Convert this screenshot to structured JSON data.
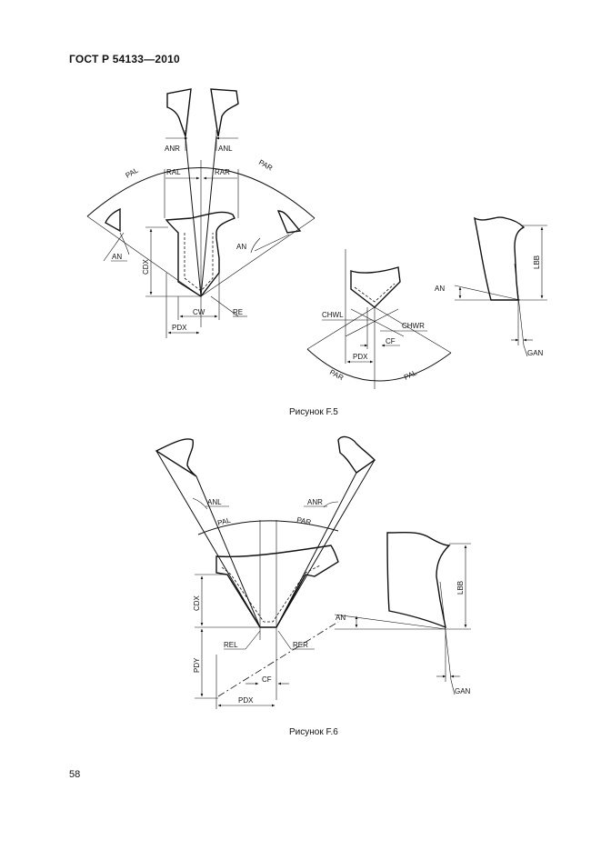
{
  "header": {
    "title": "ГОСТ Р 54133—2010"
  },
  "figure_f5": {
    "caption": "Рисунок F.5",
    "labels": {
      "anr": "ANR",
      "anl": "ANL",
      "pal": "PAL",
      "ral": "RAL",
      "rar": "RAR",
      "par": "PAR",
      "an_left": "AN",
      "an_right": "AN",
      "cdx": "CDX",
      "cw": "CW",
      "re": "RE",
      "pdx": "PDX",
      "lbb": "LBB",
      "an_side": "AN",
      "gan": "GAN",
      "chwl": "CHWL",
      "chwr": "CHWR",
      "cf": "CF",
      "pdx_small": "PDX",
      "par_small": "PAR",
      "pal_small": "PAL"
    }
  },
  "figure_f6": {
    "caption": "Рисунок F.6",
    "labels": {
      "anl": "ANL",
      "anr": "ANR",
      "pal": "PAL",
      "par": "PAR",
      "cdx": "CDX",
      "rel": "REL",
      "rer": "RER",
      "pdy": "PDY",
      "cf": "CF",
      "pdx": "PDX",
      "lbb": "LBB",
      "an": "AN",
      "gan": "GAN"
    }
  },
  "footer": {
    "page_number": "58"
  }
}
